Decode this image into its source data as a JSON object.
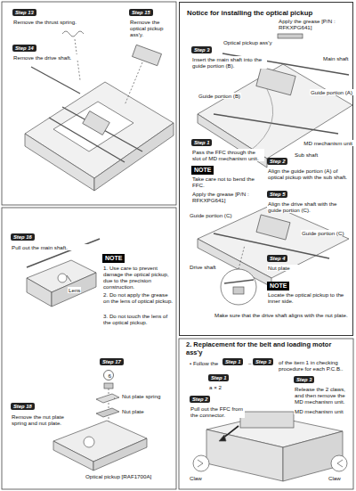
{
  "diagram": {
    "nodes": [
      {
        "text": [
          "Step 13"
        ]
      },
      {
        "text": [
          "Step 15"
        ]
      },
      {
        "text": [
          "Step 14"
        ]
      },
      {
        "text": [
          "Step 16"
        ]
      },
      {
        "text": [
          "NOTE"
        ]
      },
      {
        "text": [
          "Step 17"
        ]
      },
      {
        "text": [
          "Step 18"
        ]
      },
      {
        "text": [
          "Notice for installing the optical pickup"
        ]
      },
      {
        "text": [
          "Step 3"
        ],
        "in": 7
      },
      {
        "text": [
          "Step 1"
        ],
        "in": 7
      },
      {
        "text": [
          "Step 2"
        ],
        "in": 7
      },
      {
        "text": [
          "NOTE"
        ],
        "in": 7
      },
      {
        "text": [
          "Step 5"
        ],
        "in": 7
      },
      {
        "text": [
          "Step 4"
        ],
        "in": 7
      },
      {
        "text": [
          "NOTE"
        ],
        "in": 7
      },
      {
        "text": [
          "Step 1"
        ]
      },
      {
        "text": [
          "Step 3"
        ]
      },
      {
        "text": [
          "Step 1"
        ]
      },
      {
        "text": [
          "Step 2"
        ]
      },
      {
        "text": [
          "Step 3"
        ]
      }
    ],
    "labels": [
      "Remove the thrust spring.",
      "Remove the optical pickup ass'y.",
      "Remove the drive shaft.",
      "Pull out the main shaft.",
      "1. Use care to prevent damage the optical pickup, due to the precision construction.",
      "2. Do not apply the grease on the lens of optical pickup.",
      "3. Do not touch the lens of the optical pickup.",
      "Lens",
      "6",
      "Remove the nut plate spring and nut plate.",
      "Nut plate spring",
      "Nut plate",
      "Optical pickup [RAF1700A]",
      "Apply the grease [P/N : RFKXPG641]",
      "Optical pickup ass'y",
      "Main shaft",
      "Insert the main shaft into the guide portion (B).",
      "Guide portion (B)",
      "Guide portion (A)",
      "MD mechanism unit",
      "Sub shaft",
      "Pass the FFC through the slot of MD mechanism unit.",
      "Align the guide portion (A) of optical pickup with the sub shaft.",
      "Take care not to bend the FFC.",
      "Apply the grease [P/N : RFKXPG641]",
      "Align the drive shaft with the guide portion (C).",
      "Guide portion (C)",
      "Guide portion (C)",
      "Drive shaft",
      "Nut plate",
      "Locate the optical pickup to the inner side.",
      "Make sure that the drive shaft aligns with the nut plate.",
      "2. Replacement for the belt and loading motor ass'y",
      "• Follow the",
      "–",
      "of the item 1 in checking procedure for each P.C.B..",
      "a × 2",
      "Pull out the FFC from the connector.",
      "Release the 2 claws, and then remove the MD mechanism unit.",
      "MD mechanism unit",
      "Claw",
      "Claw"
    ]
  }
}
